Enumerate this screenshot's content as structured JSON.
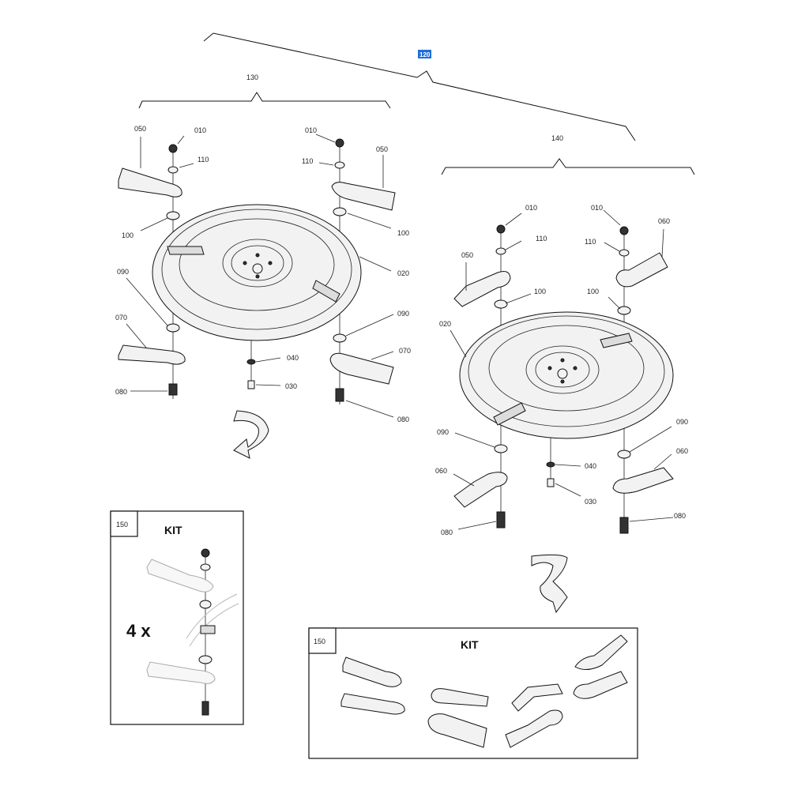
{
  "callouts": {
    "top": "120",
    "left_group": "130",
    "right_group": "140",
    "left": {
      "nut": "010",
      "washer_top": "110",
      "blade_upper": "050",
      "spacer": "100",
      "spacer_right": "100",
      "disc": "020",
      "washer_lower": "090",
      "washer_lower_right": "090",
      "blade_lower": "070",
      "blade_lower_right": "070",
      "bolt": "080",
      "bolt_right": "080",
      "center_washer": "040",
      "center_bolt": "030",
      "nut_right": "010",
      "washer_top_right": "110",
      "blade_upper_right": "050"
    },
    "right": {
      "nut": "010",
      "washer_top": "110",
      "blade_upper": "050",
      "spacer": "100",
      "nut_r": "010",
      "washer_top_r": "110",
      "blade_upper_r": "060",
      "spacer_r": "100",
      "disc": "020",
      "washer_lower": "090",
      "washer_lower_r": "090",
      "blade_lower": "060",
      "blade_lower_r": "060",
      "center_washer": "040",
      "center_bolt": "030",
      "bolt": "080",
      "bolt_r": "080"
    }
  },
  "kit_left": {
    "number": "150",
    "title": "KIT",
    "multiplier": "4 x"
  },
  "kit_right": {
    "number": "150",
    "title": "KIT"
  },
  "colors": {
    "highlight": "#1f6fd6",
    "line": "#111111"
  }
}
